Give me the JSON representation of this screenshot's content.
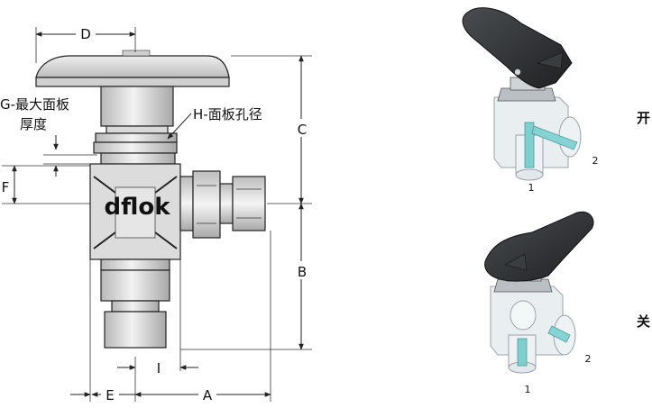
{
  "labels": {
    "D": "D",
    "G": "G-最大面板",
    "G2": "厚度",
    "H": "H-面板孔径",
    "C": "C",
    "F": "F",
    "B": "B",
    "I": "I",
    "E": "E",
    "A": "A",
    "brand": "dflok",
    "open": "开",
    "close": "关",
    "port1_top": "1",
    "port2_top": "2",
    "port1_bottom": "1",
    "port2_bottom": "2"
  },
  "colors": {
    "handle": "#2b2d2f",
    "body": "#d8d8d8",
    "glass": "#e4eaee",
    "flow": "#7fcfcf",
    "line": "#222222"
  }
}
